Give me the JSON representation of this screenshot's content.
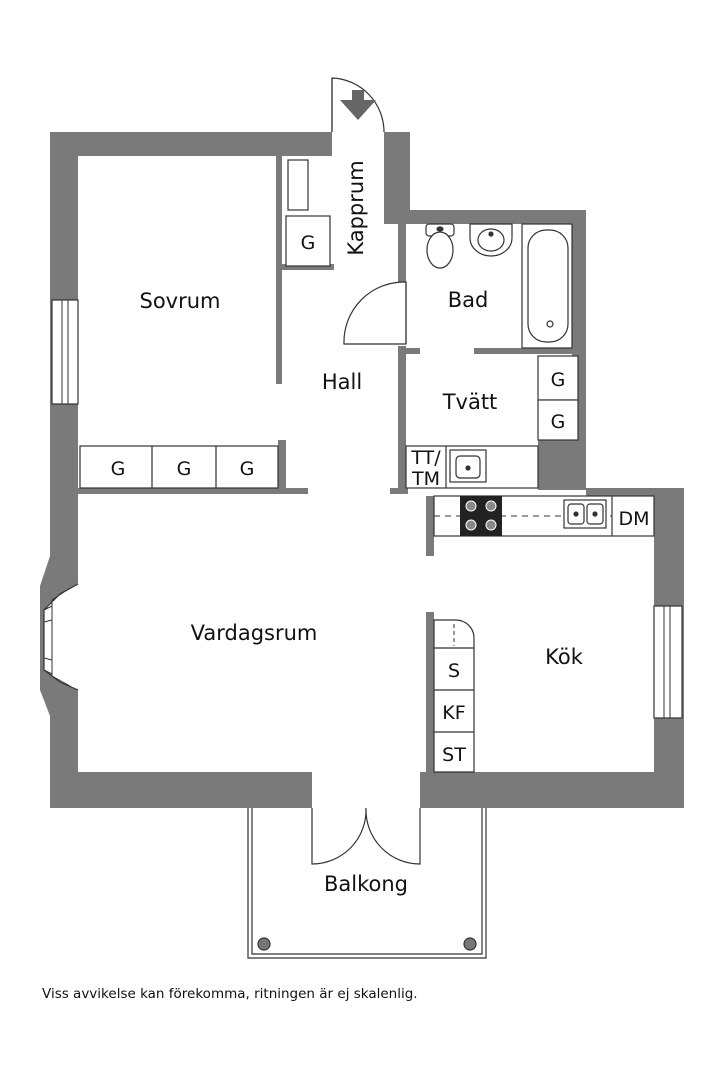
{
  "rooms": {
    "sovrum": "Sovrum",
    "kapprum": "Kapprum",
    "bad": "Bad",
    "hall": "Hall",
    "tvatt": "Tvätt",
    "vardagsrum": "Vardagsrum",
    "kok": "Kök",
    "balkong": "Balkong"
  },
  "fixtures": {
    "wardrobe": "G",
    "tumble_dryer_top": "TT/",
    "washing_machine": "TM",
    "dishwasher": "DM",
    "stove_unit": "S",
    "fridge_freezer": "KF",
    "storage": "ST"
  },
  "disclaimer": "Viss avvikelse kan förekomma, ritningen är ej skalenlig.",
  "colors": {
    "wall": "#7a7a7a",
    "line": "#333333",
    "fixture_fill": "#ffffff"
  }
}
